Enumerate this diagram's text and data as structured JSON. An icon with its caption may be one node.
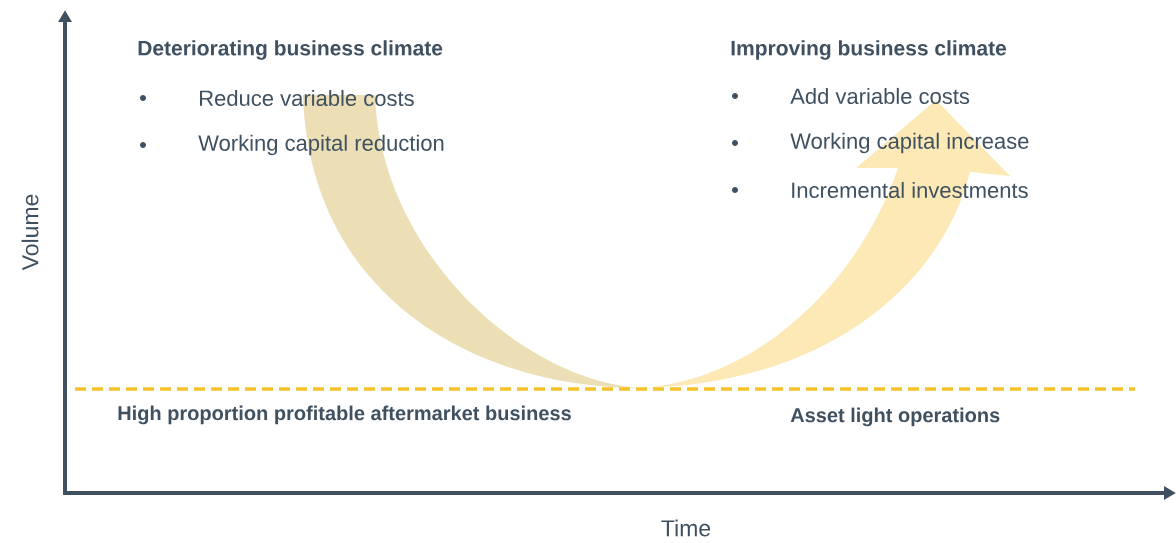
{
  "diagram": {
    "labels": [
      "Deteriorating business climate",
      "Improving business climate",
      "Reduce variable costs",
      "Add variable costs",
      "Working capital reduction",
      "Working capital increase",
      "Incremental investments",
      "Volume",
      "High proportion profitable aftermarket business",
      "Asset light operations",
      "Time"
    ]
  }
}
